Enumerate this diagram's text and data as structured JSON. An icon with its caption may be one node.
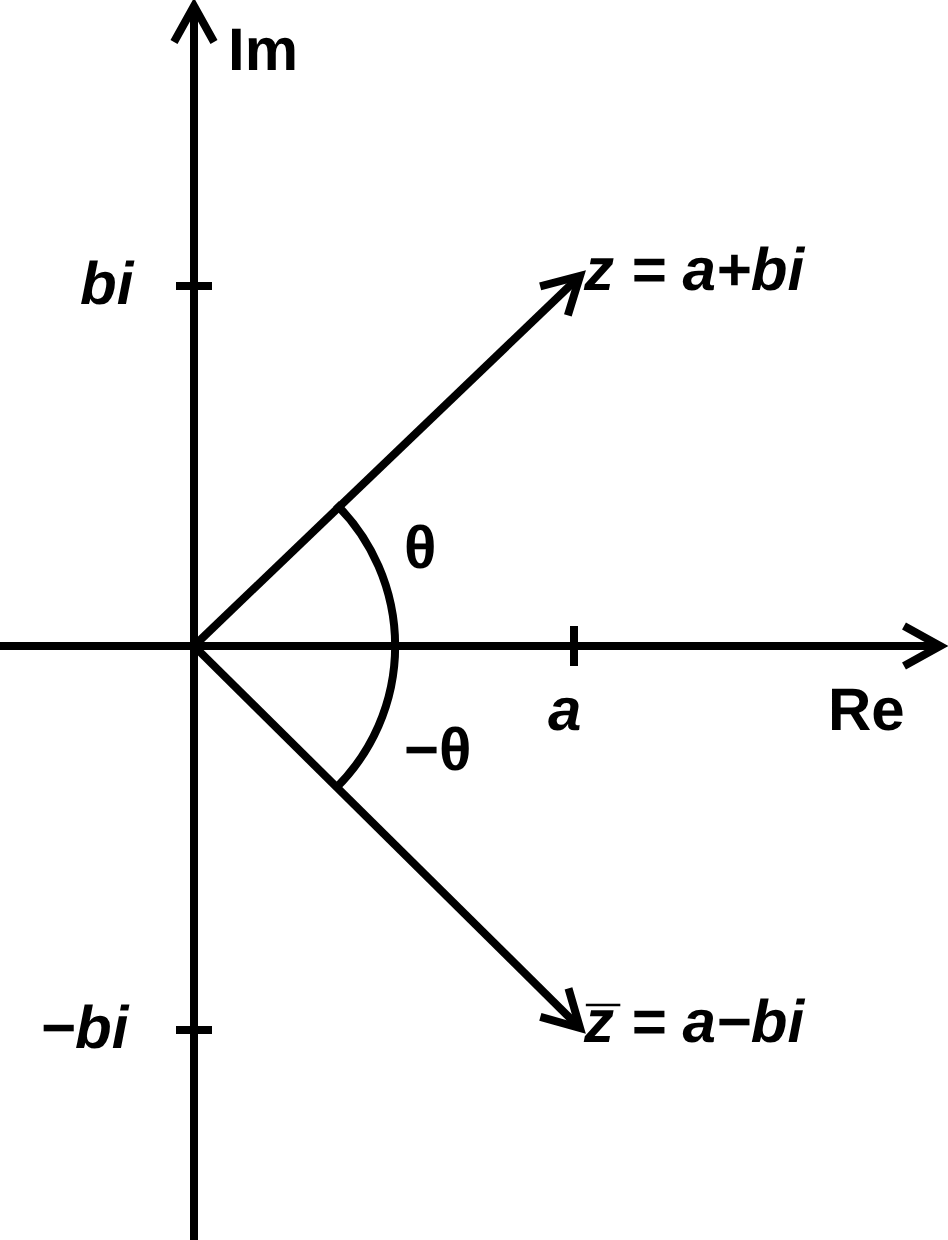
{
  "diagram": {
    "nodes": [
      {
        "text": [
          "z = a+bi"
        ]
      },
      {
        "text": [
          "z̅ = a−bi"
        ]
      }
    ],
    "edges": [
      {
        "from": null,
        "to": 0,
        "arrow": "to"
      },
      {
        "from": null,
        "to": 1,
        "arrow": "to"
      }
    ],
    "labels": [
      "Im",
      "bi",
      "θ",
      "a",
      "−θ",
      "Re",
      "−bi"
    ]
  }
}
